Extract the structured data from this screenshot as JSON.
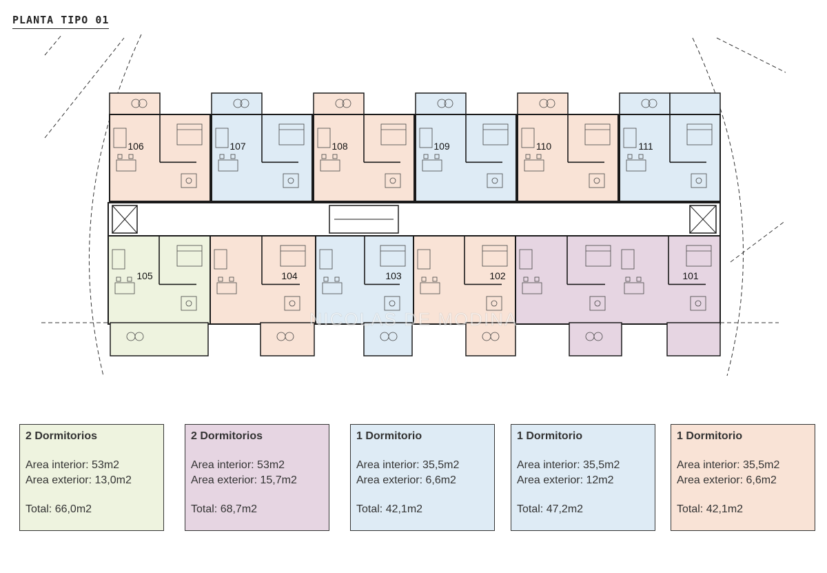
{
  "title": "PLANTA TIPO 01",
  "colors": {
    "salmon": "#f9e3d6",
    "blue": "#deebf5",
    "green": "#eef3df",
    "purple": "#e6d5e2",
    "wall": "#1a1a1a"
  },
  "units_top": [
    {
      "label": "106",
      "color": "salmon"
    },
    {
      "label": "107",
      "color": "blue"
    },
    {
      "label": "108",
      "color": "salmon"
    },
    {
      "label": "109",
      "color": "blue"
    },
    {
      "label": "110",
      "color": "salmon"
    },
    {
      "label": "111",
      "color": "blue"
    }
  ],
  "units_bottom": [
    {
      "label": "105",
      "color": "green"
    },
    {
      "label": "104",
      "color": "salmon"
    },
    {
      "label": "103",
      "color": "blue"
    },
    {
      "label": "102",
      "color": "salmon"
    },
    {
      "label": "101",
      "color": "purple"
    }
  ],
  "watermark": "NICOLAS DE MODINA",
  "legend": [
    {
      "heading": "2 Dormitorios",
      "interior": "Area interior: 53m2",
      "exterior": "Area exterior: 13,0m2",
      "total": "Total: 66,0m2",
      "color": "#eef3df"
    },
    {
      "heading": "2 Dormitorios",
      "interior": "Area interior: 53m2",
      "exterior": "Area exterior: 15,7m2",
      "total": "Total: 68,7m2",
      "color": "#e6d5e2"
    },
    {
      "heading": "1 Dormitorio",
      "interior": "Area interior: 35,5m2",
      "exterior": "Area exterior: 6,6m2",
      "total": "Total: 42,1m2",
      "color": "#deebf5"
    },
    {
      "heading": "1 Dormitorio",
      "interior": "Area interior: 35,5m2",
      "exterior": "Area exterior: 12m2",
      "total": "Total: 47,2m2",
      "color": "#deebf5"
    },
    {
      "heading": "1 Dormitorio",
      "interior": "Area interior: 35,5m2",
      "exterior": "Area exterior: 6,6m2",
      "total": "Total: 42,1m2",
      "color": "#f9e3d6"
    }
  ]
}
